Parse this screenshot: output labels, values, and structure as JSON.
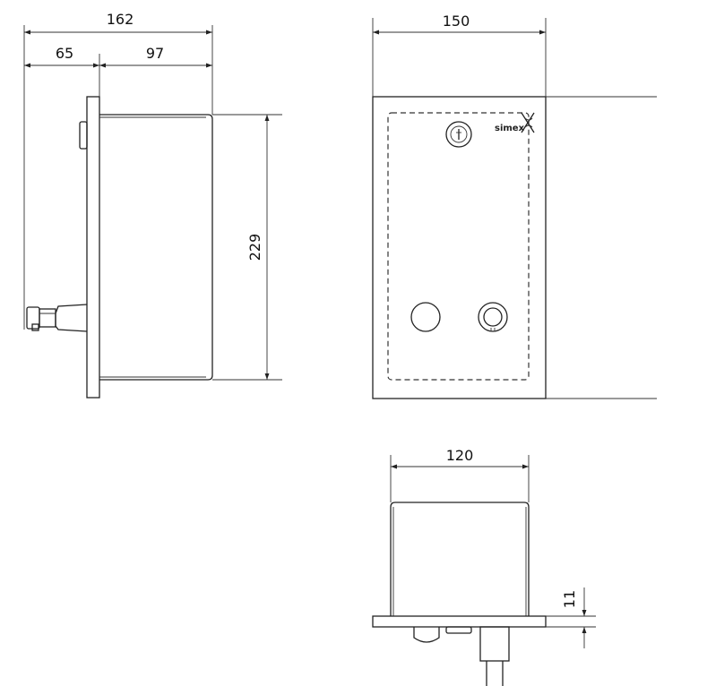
{
  "dimensions": {
    "side_total_width": "162",
    "side_back_depth": "65",
    "side_body_depth": "97",
    "side_height": "229",
    "front_width": "150",
    "bottom_width": "120",
    "bottom_plate_thickness": "11"
  },
  "logo": {
    "text": "simex"
  },
  "colors": {
    "line": "#222222",
    "background": "#ffffff"
  },
  "icons": {
    "lock": "keyhole-lock-icon",
    "buttons": "push-button-icon"
  }
}
